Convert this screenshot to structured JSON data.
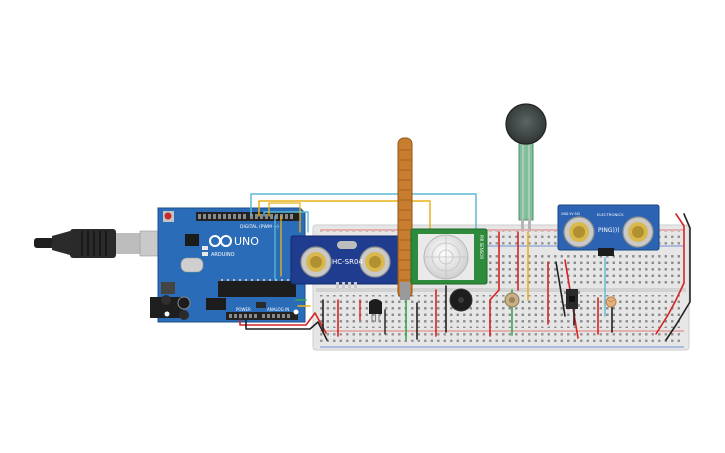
{
  "arduino": {
    "brand": "UNO",
    "logo": "ARDUINO",
    "digital_header": "DIGITAL (PWM ~)",
    "power_header": "POWER",
    "analog_header": "ANALOG IN",
    "icon": "arduino-infinity-logo"
  },
  "ultrasonic_left": {
    "label": "HC-SR04"
  },
  "ultrasonic_right": {
    "brand": "ELECTRONICS",
    "label": "PING)))",
    "small_text": "GND 5V SIG"
  },
  "pir": {
    "label": "PIR SENSOR"
  },
  "fsr": {
    "icon": "force-sensor-pad"
  },
  "colors": {
    "board": "#2b6cb8",
    "breadboard": "#e6e6e6",
    "wire_red": "#d62323",
    "wire_black": "#222222",
    "wire_yellow": "#e8b21a",
    "wire_cyan": "#5bb9d6",
    "wire_green": "#39a84a",
    "flex_sensor": "#c97d2e"
  }
}
